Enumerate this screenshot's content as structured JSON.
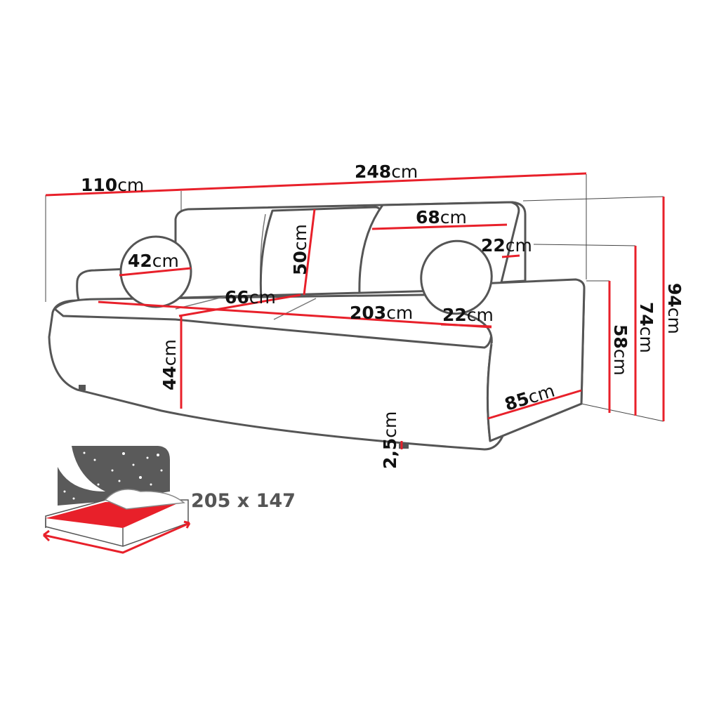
{
  "dimensions": {
    "depth": {
      "value": "110",
      "unit": "cm"
    },
    "width": {
      "value": "248",
      "unit": "cm"
    },
    "total_height": {
      "value": "94",
      "unit": "cm"
    },
    "back_height": {
      "value": "74",
      "unit": "cm"
    },
    "armrest_height": {
      "value": "58",
      "unit": "cm"
    },
    "back_cushion_width": {
      "value": "68",
      "unit": "cm"
    },
    "back_top_depth": {
      "value": "22",
      "unit": "cm"
    },
    "pillow_diameter": {
      "value": "42",
      "unit": "cm"
    },
    "back_cushion_height": {
      "value": "50",
      "unit": "cm"
    },
    "seat_depth": {
      "value": "66",
      "unit": "cm"
    },
    "seat_width": {
      "value": "203",
      "unit": "cm"
    },
    "armrest_width": {
      "value": "22",
      "unit": "cm"
    },
    "seat_height": {
      "value": "44",
      "unit": "cm"
    },
    "armrest_depth": {
      "value": "85",
      "unit": "cm"
    },
    "leg_height": {
      "value": "2,5",
      "unit": "cm"
    }
  },
  "sleeping_area": {
    "label": "205 x 147"
  },
  "colors": {
    "accent": "#e8202a",
    "outline": "#555555",
    "icon": "#5a5a5a"
  }
}
